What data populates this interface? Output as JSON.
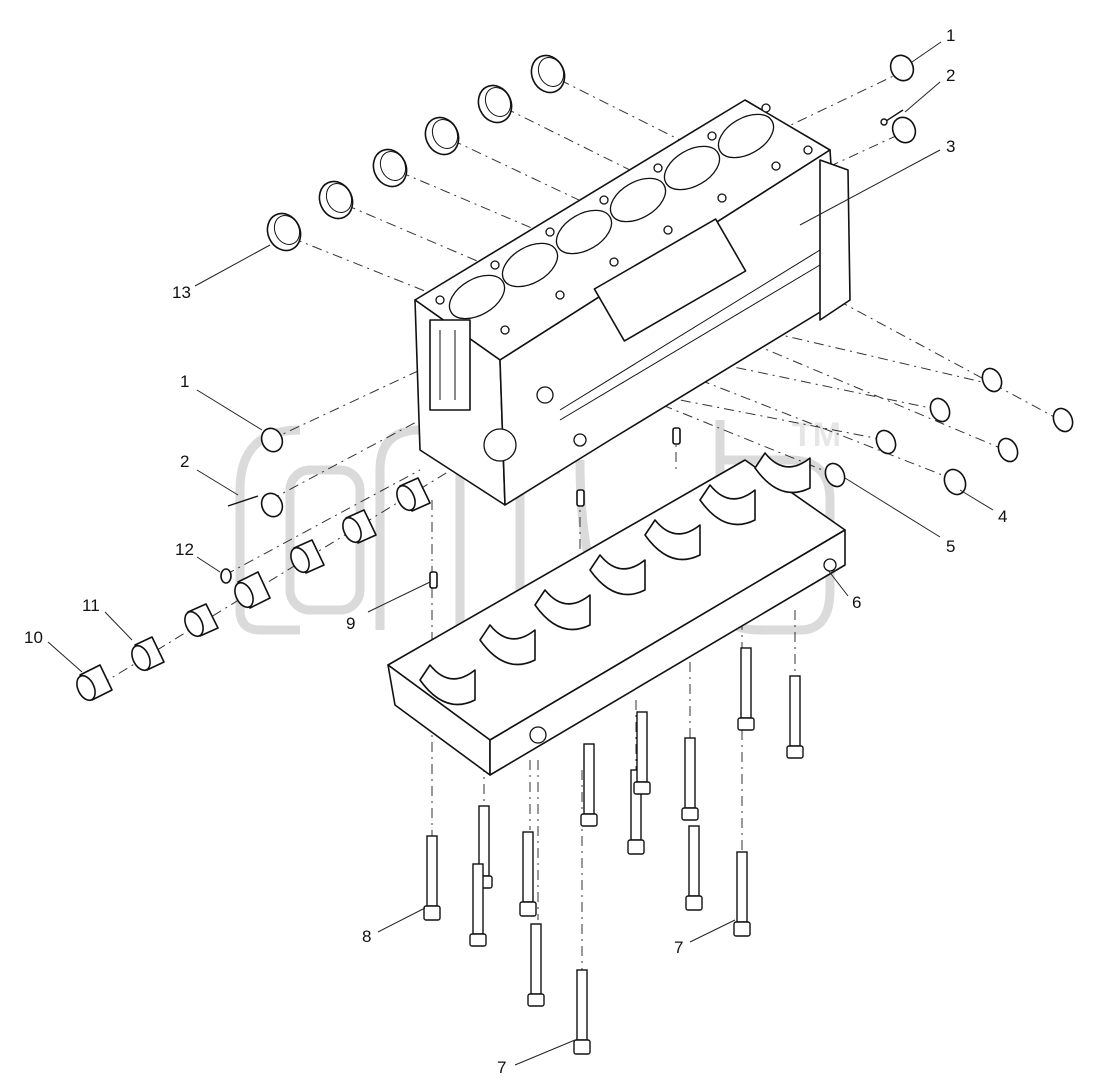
{
  "diagram": {
    "watermark_mark": "TM",
    "callouts": [
      {
        "id": "c1a",
        "text": "1"
      },
      {
        "id": "c2a",
        "text": "2"
      },
      {
        "id": "c3",
        "text": "3"
      },
      {
        "id": "c13",
        "text": "13"
      },
      {
        "id": "c1b",
        "text": "1"
      },
      {
        "id": "c2b",
        "text": "2"
      },
      {
        "id": "c12",
        "text": "12"
      },
      {
        "id": "c11",
        "text": "11"
      },
      {
        "id": "c10",
        "text": "10"
      },
      {
        "id": "c9",
        "text": "9"
      },
      {
        "id": "c4",
        "text": "4"
      },
      {
        "id": "c5",
        "text": "5"
      },
      {
        "id": "c6",
        "text": "6"
      },
      {
        "id": "c8",
        "text": "8"
      },
      {
        "id": "c7a",
        "text": "7"
      },
      {
        "id": "c7b",
        "text": "7"
      }
    ]
  }
}
